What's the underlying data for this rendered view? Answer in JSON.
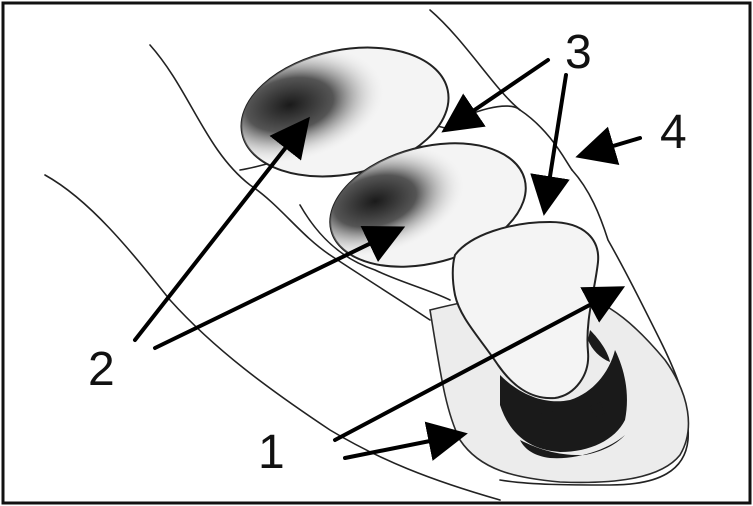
{
  "labels": {
    "label_1": "1",
    "label_2": "2",
    "label_3": "3",
    "label_4": "4"
  },
  "colors": {
    "stroke": "#222222",
    "arrow": "#000000",
    "background": "#ffffff"
  }
}
